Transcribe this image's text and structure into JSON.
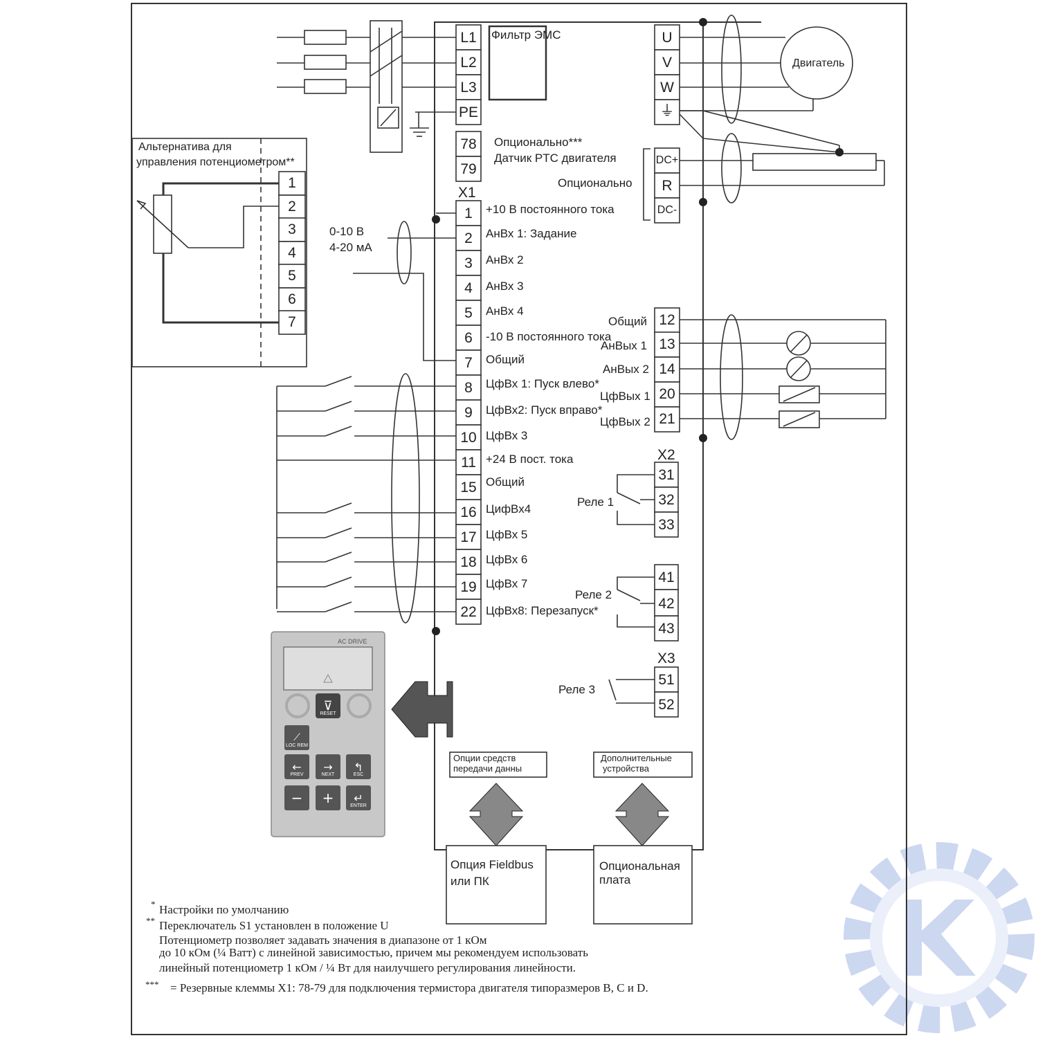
{
  "title_emc": "Фильтр ЭМС",
  "motor": "Двигатель",
  "mains_terminals": [
    "L1",
    "L2",
    "L3",
    "PE"
  ],
  "motor_terminals": [
    "U",
    "V",
    "W"
  ],
  "ground_symbol": "⏚",
  "ptc": {
    "terminals": [
      "78",
      "79"
    ],
    "option_label": "Опционально***",
    "sensor_label": "Датчик PTC двигателя"
  },
  "brake": {
    "terminals": [
      "DC+",
      "R",
      "DC-"
    ],
    "option_label": "Опционально"
  },
  "potentiometer_box": {
    "title_line1": "Альтернатива для",
    "title_line2": "управления потенциометром**",
    "terminals": [
      "1",
      "2",
      "3",
      "4",
      "5",
      "6",
      "7"
    ]
  },
  "analog_input_label_line1": "0-10 В",
  "analog_input_label_line2": "4-20 мА",
  "x1": {
    "name": "X1",
    "terminals": [
      {
        "num": "1",
        "label": "+10 В постоянного тока"
      },
      {
        "num": "2",
        "label": "АнВх 1: Задание"
      },
      {
        "num": "3",
        "label": "АнВх 2"
      },
      {
        "num": "4",
        "label": "АнВх 3"
      },
      {
        "num": "5",
        "label": "АнВх 4"
      },
      {
        "num": "6",
        "label": "-10 В постоянного тока"
      },
      {
        "num": "7",
        "label": "Общий"
      },
      {
        "num": "8",
        "label": "ЦфВх 1: Пуск влево*"
      },
      {
        "num": "9",
        "label": "ЦфВх2: Пуск вправо*"
      },
      {
        "num": "10",
        "label": "ЦфВх 3"
      },
      {
        "num": "11",
        "label": "+24 В пост. тока"
      },
      {
        "num": "15",
        "label": "Общий"
      },
      {
        "num": "16",
        "label": "ЦифВх4"
      },
      {
        "num": "17",
        "label": "ЦфВх 5"
      },
      {
        "num": "18",
        "label": "ЦфВх 6"
      },
      {
        "num": "19",
        "label": "ЦфВх 7"
      },
      {
        "num": "22",
        "label": "ЦфВх8: Перезапуск*"
      }
    ]
  },
  "outputs": [
    {
      "num": "12",
      "label": "Общий"
    },
    {
      "num": "13",
      "label": "АнВых 1"
    },
    {
      "num": "14",
      "label": "АнВых 2"
    },
    {
      "num": "20",
      "label": "ЦфВых 1"
    },
    {
      "num": "21",
      "label": "ЦфВых 2"
    }
  ],
  "x2": {
    "name": "X2",
    "relay1": "Реле 1",
    "relay1_terminals": [
      "31",
      "32",
      "33"
    ],
    "relay2": "Реле 2",
    "relay2_terminals": [
      "41",
      "42",
      "43"
    ]
  },
  "x3": {
    "name": "X3",
    "relay3": "Реле 3",
    "terminals": [
      "51",
      "52"
    ]
  },
  "keypad": {
    "brand": "AC DRIVE",
    "reset": "RESET",
    "loc_rem": "LOC REM",
    "prev": "PREV",
    "next": "NEXT",
    "esc": "ESC",
    "minus": "−",
    "plus": "+",
    "enter": "ENTER"
  },
  "comm_options": {
    "line1": "Опции средств",
    "line2": "передачи данны"
  },
  "extra_devices": {
    "line1": "Дополнительные",
    "line2": "устройства"
  },
  "fieldbus": {
    "line1": "Опция Fieldbus",
    "line2": "или ПК"
  },
  "option_board": {
    "line1": "Опциональная",
    "line2": "плата"
  },
  "notes": {
    "n1": "Настройки по умолчанию",
    "n2": "Переключатель S1 установлен в положение U",
    "n3": "Потенциометр позволяет задавать значения в диапазоне от 1 кОм",
    "n4": "до 10 кОм  (¼ Ватт) с линейной зависимостью, причем мы рекомендуем использовать",
    "n5": "линейный потенциометр 1 кОм / ¼ Вт для наилучшего регулирования линейности.",
    "n6": "= Резервные клеммы X1: 78-79 для подключения термистора двигателя типоразмеров B, C и D.",
    "mark1": "*",
    "mark2": "**",
    "mark3": "***"
  }
}
